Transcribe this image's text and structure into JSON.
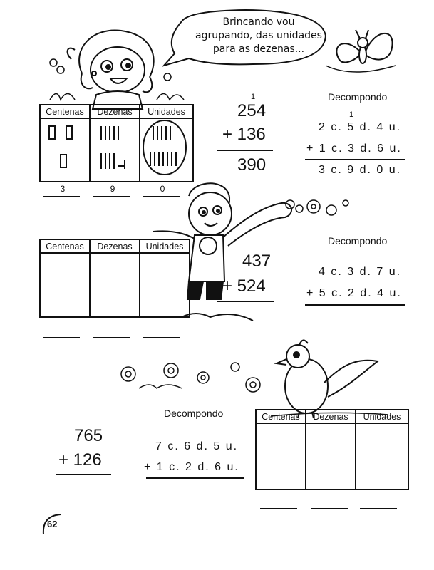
{
  "speech_bubble": {
    "line1": "Brincando vou",
    "line2": "agrupando, das unidades",
    "line3": "para as dezenas..."
  },
  "table_headers": {
    "centenas": "Centenas",
    "dezenas": "Dezenas",
    "unidades": "Unidades"
  },
  "exercise1": {
    "carry": "1",
    "top": "254",
    "bottom": "+ 136",
    "result": "390",
    "answers": [
      "3",
      "9",
      "0"
    ],
    "decompose_label": "Decompondo",
    "decompose_carry": "1",
    "dec_line1": "2 c.  5 d.  4 u.",
    "dec_line2": "+ 1 c.  3 d.  6 u.",
    "dec_result": "3 c.  9 d.  0 u."
  },
  "exercise2": {
    "top": "437",
    "bottom": "+ 524",
    "decompose_label": "Decompondo",
    "dec_line1": "4 c.  3 d.  7 u.",
    "dec_line2": "+ 5 c.  2 d.  4 u."
  },
  "exercise3": {
    "top": "765",
    "bottom": "+ 126",
    "decompose_label": "Decompondo",
    "dec_line1": "7 c.  6 d.  5 u.",
    "dec_line2": "+ 1 c.  2 d.  6 u."
  },
  "page_number": "62"
}
